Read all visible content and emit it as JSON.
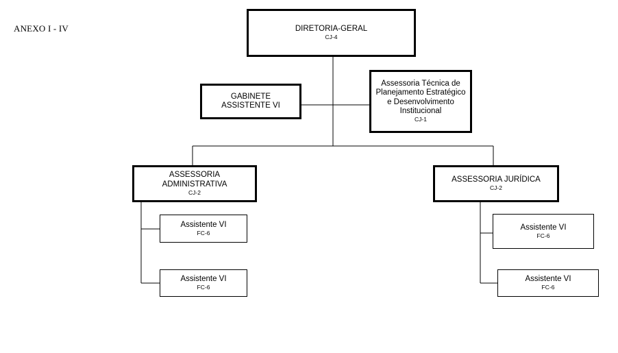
{
  "annex_title": "ANEXO I - IV",
  "nodes": {
    "diretoria": {
      "lines": [
        "DIRETORIA-GERAL"
      ],
      "code": "CJ-4"
    },
    "gabinete": {
      "lines": [
        "GABINETE",
        "ASSISTENTE VI"
      ],
      "code": ""
    },
    "assessoria_tecnica": {
      "lines": [
        "Assessoria Técnica de",
        "Planejamento Estratégico",
        "e Desenvolvimento",
        "Institucional"
      ],
      "code": "CJ-1"
    },
    "assessoria_administrativa": {
      "lines": [
        "ASSESSORIA",
        "ADMINISTRATIVA"
      ],
      "code": "CJ-2"
    },
    "assessoria_juridica": {
      "lines": [
        "ASSESSORIA JURÍDICA"
      ],
      "code": "CJ-2"
    },
    "adm_assistente_1": {
      "lines": [
        "Assistente VI"
      ],
      "code": "FC-6"
    },
    "adm_assistente_2": {
      "lines": [
        "Assistente VI"
      ],
      "code": "FC-6"
    },
    "jur_assistente_1": {
      "lines": [
        "Assistente VI"
      ],
      "code": "FC-6"
    },
    "jur_assistente_2": {
      "lines": [
        "Assistente VI"
      ],
      "code": "FC-6"
    }
  }
}
